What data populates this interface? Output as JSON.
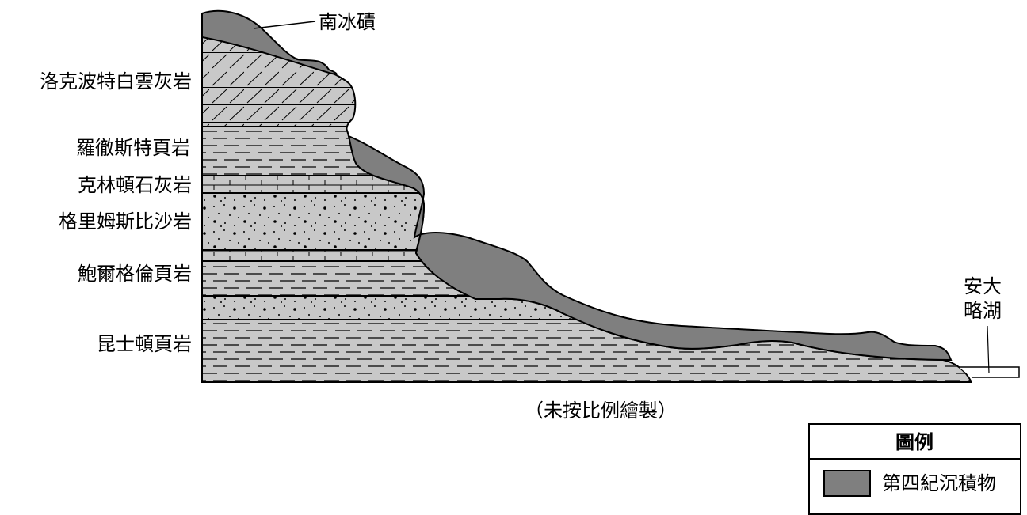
{
  "labels": {
    "moraine": "南冰磧",
    "lockport": "洛克波特白雲灰岩",
    "rochester": "羅徹斯特頁岩",
    "clinton": "克林頓石灰岩",
    "grimsby": "格里姆斯比沙岩",
    "power_glen": "鮑爾格倫頁岩",
    "queenston": "昆士頓頁岩",
    "lake_line1": "安大",
    "lake_line2": "略湖"
  },
  "note": "（未按比例繪製）",
  "legend": {
    "title": "圖例",
    "item": "第四紀沉積物"
  },
  "colors": {
    "rock": "#c8c8c8",
    "quaternary": "#7f7f7f",
    "outline": "#000000",
    "background": "#ffffff"
  }
}
